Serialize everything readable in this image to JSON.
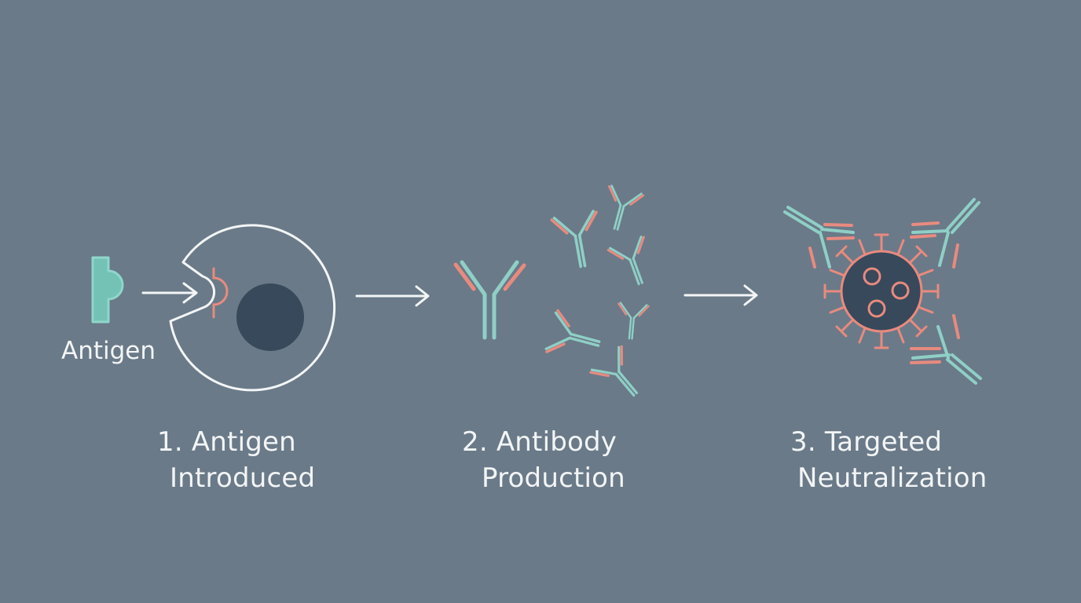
{
  "colors": {
    "background": "#6a7a88",
    "teal": "#8fcfc6",
    "coral": "#e98a7f",
    "white": "#f3f5f6",
    "dark_core": "#37495a",
    "antigen_fill": "#74c2b6"
  },
  "antigen_label": "Antigen",
  "steps": [
    {
      "line1": "1. Antigen",
      "line2": "Introduced"
    },
    {
      "line1": "2. Antibody",
      "line2": "Production"
    },
    {
      "line1": "3. Targeted",
      "line2": "Neutralization"
    }
  ]
}
